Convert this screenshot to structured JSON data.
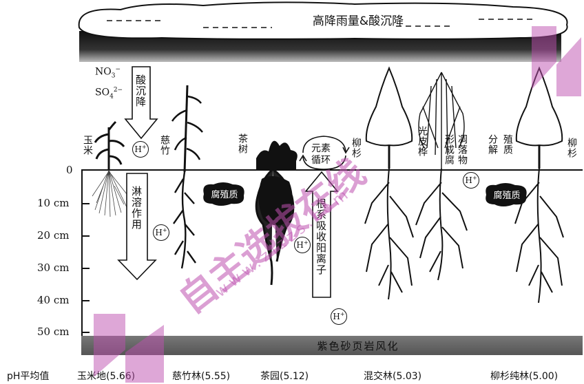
{
  "cloud_label": "高降雨量&酸沉降",
  "ions": {
    "no3": "NO",
    "no3_sub": "3",
    "no3_sup": "−",
    "so4": "SO",
    "so4_sub": "4",
    "so4_sup": "2−"
  },
  "acid_arrow_label": "酸沉降",
  "leach_arrow_label": "淋溶作用",
  "root_arrow_label": "根系吸收阳离子",
  "cycle_label_1": "元素",
  "cycle_label_2": "循环",
  "h_ion": "H",
  "h_sup": "+",
  "humus": "腐殖质",
  "decomp_1": "凋落物",
  "decomp_2": "形成腐",
  "decomp_3": "分解",
  "decomp_4": "殖质",
  "bedrock": "紫色砂页岩风化",
  "plants": {
    "corn": "玉米",
    "bamboo": "慈竹",
    "tea": "茶树",
    "fir1": "柳杉",
    "birch": "光皮桦",
    "fir2": "柳杉"
  },
  "depths": [
    "0",
    "10 cm",
    "20 cm",
    "30 cm",
    "40 cm",
    "50 cm"
  ],
  "footer": {
    "label": "pH平均值",
    "items": [
      "玉米地(5.66)",
      "慈竹林(5.55)",
      "茶园(5.12)",
      "混交林(5.03)",
      "柳杉纯林(5.00)"
    ]
  },
  "watermarks": {
    "main": "自主选拔在线",
    "url": "www.zizzs.com"
  }
}
